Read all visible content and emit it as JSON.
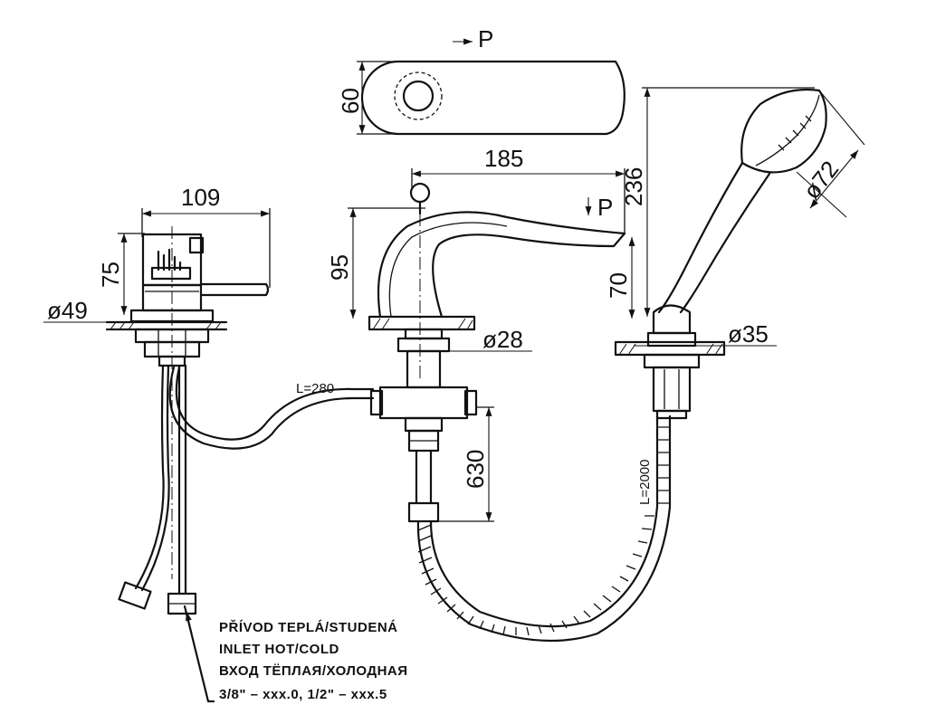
{
  "dimensions": {
    "width_109": "109",
    "height_75": "75",
    "diameter_49": "ø49",
    "spout_185": "185",
    "height_95": "95",
    "height_70": "70",
    "diameter_28": "ø28",
    "top_60": "60",
    "handshower_236": "236",
    "diameter_72": "ø72",
    "diameter_35": "ø35",
    "hose_630": "630"
  },
  "labels": {
    "arrow_p_top": "P",
    "arrow_p_spout": "P",
    "hose_l280": "L=280",
    "hose_l2000": "L=2000"
  },
  "note": {
    "line1": "PŘÍVOD TEPLÁ/STUDENÁ",
    "line2": "INLET HOT/COLD",
    "line3": "ВХОД ТЁПЛАЯ/ХОЛОДНАЯ",
    "line4": "3/8\"  –  xxx.0,  1/2\"  –  xxx.5"
  }
}
